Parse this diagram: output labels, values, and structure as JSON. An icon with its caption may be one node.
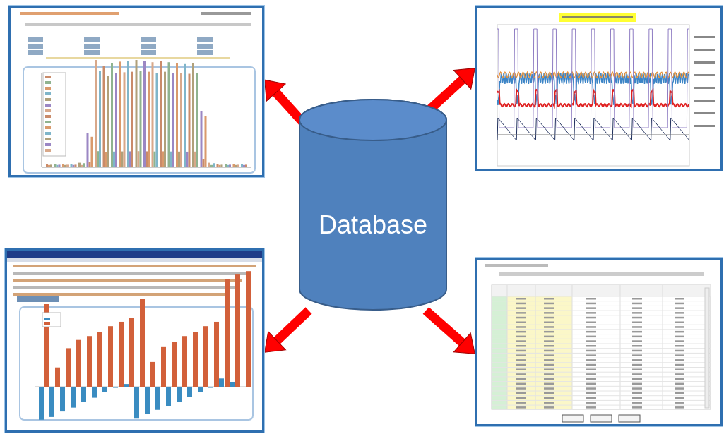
{
  "diagram": {
    "nodes": [
      {
        "text": [],
        "shape": "picture"
      },
      {
        "text": [],
        "shape": "picture"
      },
      {
        "text": [
          "Database"
        ]
      },
      {
        "text": [],
        "shape": "picture"
      },
      {
        "text": [],
        "shape": "picture"
      }
    ],
    "edges": [
      {
        "from": 2,
        "to": 0,
        "arrow": "to"
      },
      {
        "from": 2,
        "to": 1,
        "arrow": "to"
      },
      {
        "from": 2,
        "to": 3,
        "arrow": "to"
      },
      {
        "from": 2,
        "to": 4,
        "arrow": "to"
      }
    ]
  }
}
